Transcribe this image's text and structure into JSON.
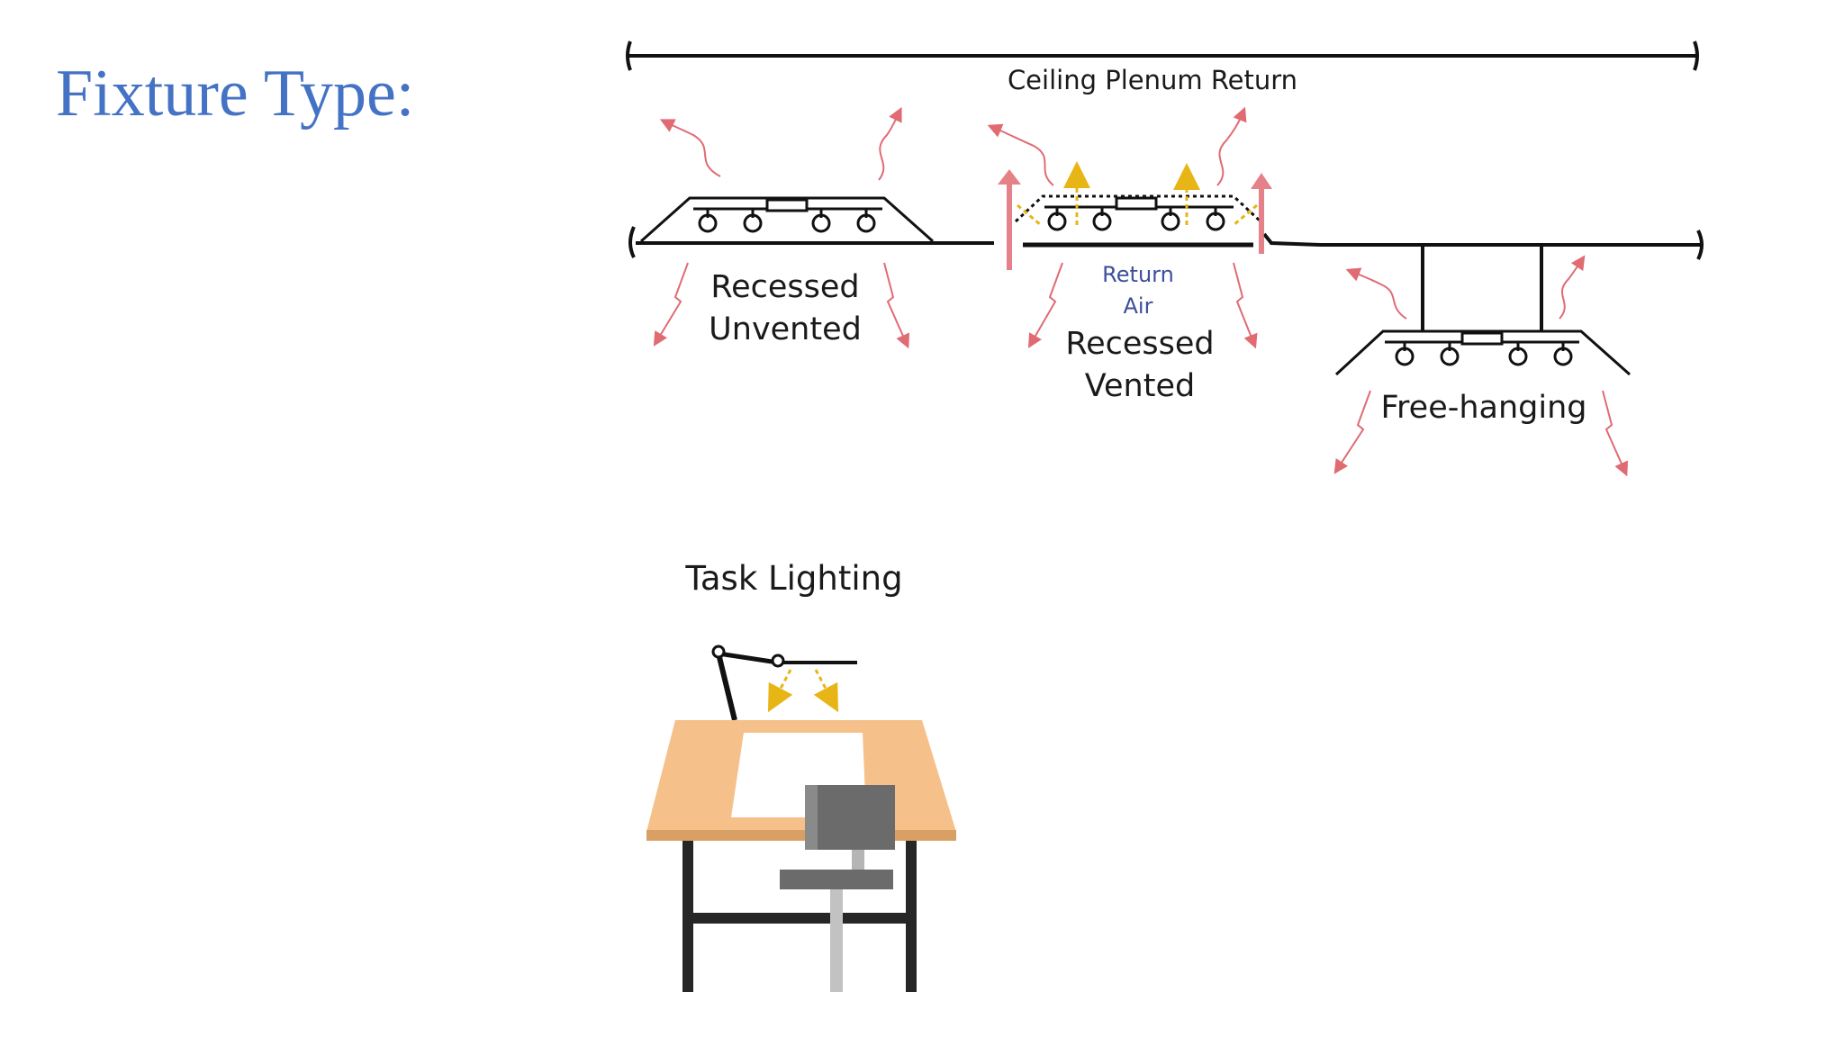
{
  "slide": {
    "title": "Fixture Type:"
  },
  "diagram": {
    "ceiling_label": "Ceiling Plenum Return",
    "fixtures": {
      "unvented": {
        "line1": "Recessed",
        "line2": "Unvented"
      },
      "vented": {
        "return1": "Return",
        "return2": "Air",
        "line1": "Recessed",
        "line2": "Vented"
      },
      "hanging": {
        "label": "Free-hanging"
      }
    },
    "task_label": "Task Lighting"
  },
  "colors": {
    "title": "#4472C4",
    "heat_arrow": "#e06b73",
    "light_arrow": "#e8b517",
    "desk_top": "#f6c08a",
    "desk_edge": "#d9a066",
    "chair": "#6b6b6b"
  }
}
